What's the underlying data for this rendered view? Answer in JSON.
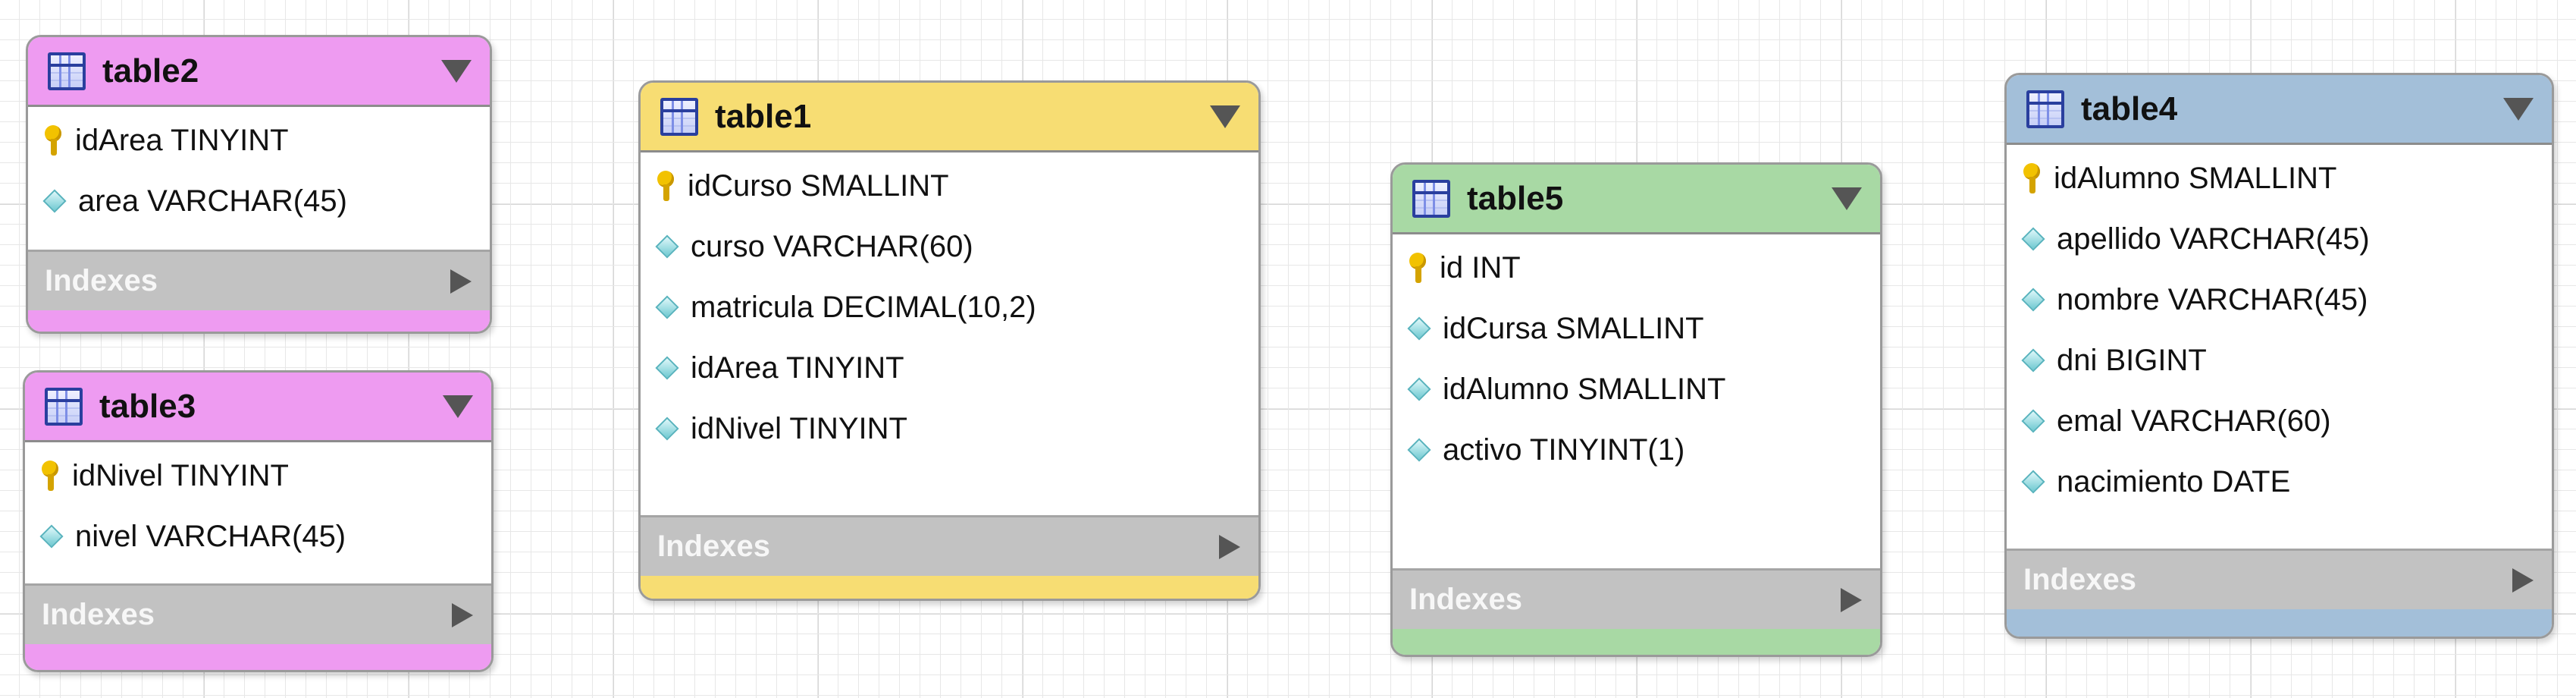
{
  "colors": {
    "table2": "#ee9bf1",
    "table3": "#ee9bf1",
    "table1": "#f7dd73",
    "table5": "#a8d9a4",
    "table4": "#a3bfd9"
  },
  "tables": {
    "table2": {
      "title": "table2",
      "columns": [
        {
          "text": "idArea TINYINT",
          "icon": "primary-key-icon"
        },
        {
          "text": "area VARCHAR(45)",
          "icon": "column-icon"
        }
      ],
      "indexes_label": "Indexes"
    },
    "table3": {
      "title": "table3",
      "columns": [
        {
          "text": "idNivel TINYINT",
          "icon": "primary-key-icon"
        },
        {
          "text": "nivel VARCHAR(45)",
          "icon": "column-icon"
        }
      ],
      "indexes_label": "Indexes"
    },
    "table1": {
      "title": "table1",
      "columns": [
        {
          "text": "idCurso SMALLINT",
          "icon": "primary-key-icon"
        },
        {
          "text": "curso VARCHAR(60)",
          "icon": "column-icon"
        },
        {
          "text": "matricula DECIMAL(10,2)",
          "icon": "column-icon"
        },
        {
          "text": "idArea TINYINT",
          "icon": "column-icon"
        },
        {
          "text": "idNivel TINYINT",
          "icon": "column-icon"
        }
      ],
      "indexes_label": "Indexes"
    },
    "table5": {
      "title": "table5",
      "columns": [
        {
          "text": "id INT",
          "icon": "primary-key-icon"
        },
        {
          "text": "idCursa SMALLINT",
          "icon": "column-icon"
        },
        {
          "text": "idAlumno SMALLINT",
          "icon": "column-icon"
        },
        {
          "text": "activo TINYINT(1)",
          "icon": "column-icon"
        }
      ],
      "indexes_label": "Indexes"
    },
    "table4": {
      "title": "table4",
      "columns": [
        {
          "text": "idAlumno SMALLINT",
          "icon": "primary-key-icon"
        },
        {
          "text": "apellido VARCHAR(45)",
          "icon": "column-icon"
        },
        {
          "text": "nombre VARCHAR(45)",
          "icon": "column-icon"
        },
        {
          "text": "dni BIGINT",
          "icon": "column-icon"
        },
        {
          "text": "emal VARCHAR(60)",
          "icon": "column-icon"
        },
        {
          "text": "nacimiento DATE",
          "icon": "column-icon"
        }
      ],
      "indexes_label": "Indexes"
    }
  }
}
